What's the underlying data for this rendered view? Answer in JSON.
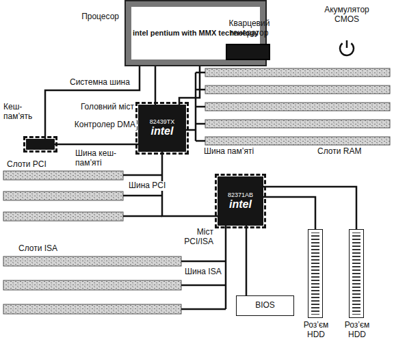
{
  "diagram": {
    "nodes": [
      {
        "text": [
          "Процесор",
          "intel pentium with MMX technology"
        ]
      },
      {
        "text": [
          "Кварцевий генератор"
        ]
      },
      {
        "text": [
          "Акумулятор CMOS"
        ]
      },
      {
        "text": [
          "Кеш-пам’ять"
        ]
      },
      {
        "text": [
          "Головний міст",
          "82439TX",
          "intel"
        ]
      },
      {
        "text": [
          "82371AB",
          "intel",
          "Міст PCI/ISA"
        ]
      },
      {
        "text": [
          "BIOS"
        ]
      },
      {
        "text": [
          "Роз’єм HDD"
        ]
      },
      {
        "text": [
          "Роз’єм HDD"
        ]
      }
    ],
    "edges": [
      {
        "from": 3,
        "to": 0,
        "arrow": "none"
      },
      {
        "from": 0,
        "to": 4,
        "arrow": "none"
      },
      {
        "from": 1,
        "to": 4,
        "arrow": "none"
      },
      {
        "from": 3,
        "to": 4,
        "arrow": "none"
      },
      {
        "from": 4,
        "to": 5,
        "arrow": "none"
      },
      {
        "from": 5,
        "to": 6,
        "arrow": "none"
      },
      {
        "from": 5,
        "to": 7,
        "arrow": "none"
      },
      {
        "from": 5,
        "to": 8,
        "arrow": "none"
      }
    ],
    "labels": [
      "Системна шина",
      "Контролер DMA",
      "Шина кеш-пам’яті",
      "Слоти PCI",
      "Шина PCI",
      "Шина пам’яті",
      "Слоти RAM",
      "Слоти ISA",
      "Шина ISA"
    ]
  }
}
